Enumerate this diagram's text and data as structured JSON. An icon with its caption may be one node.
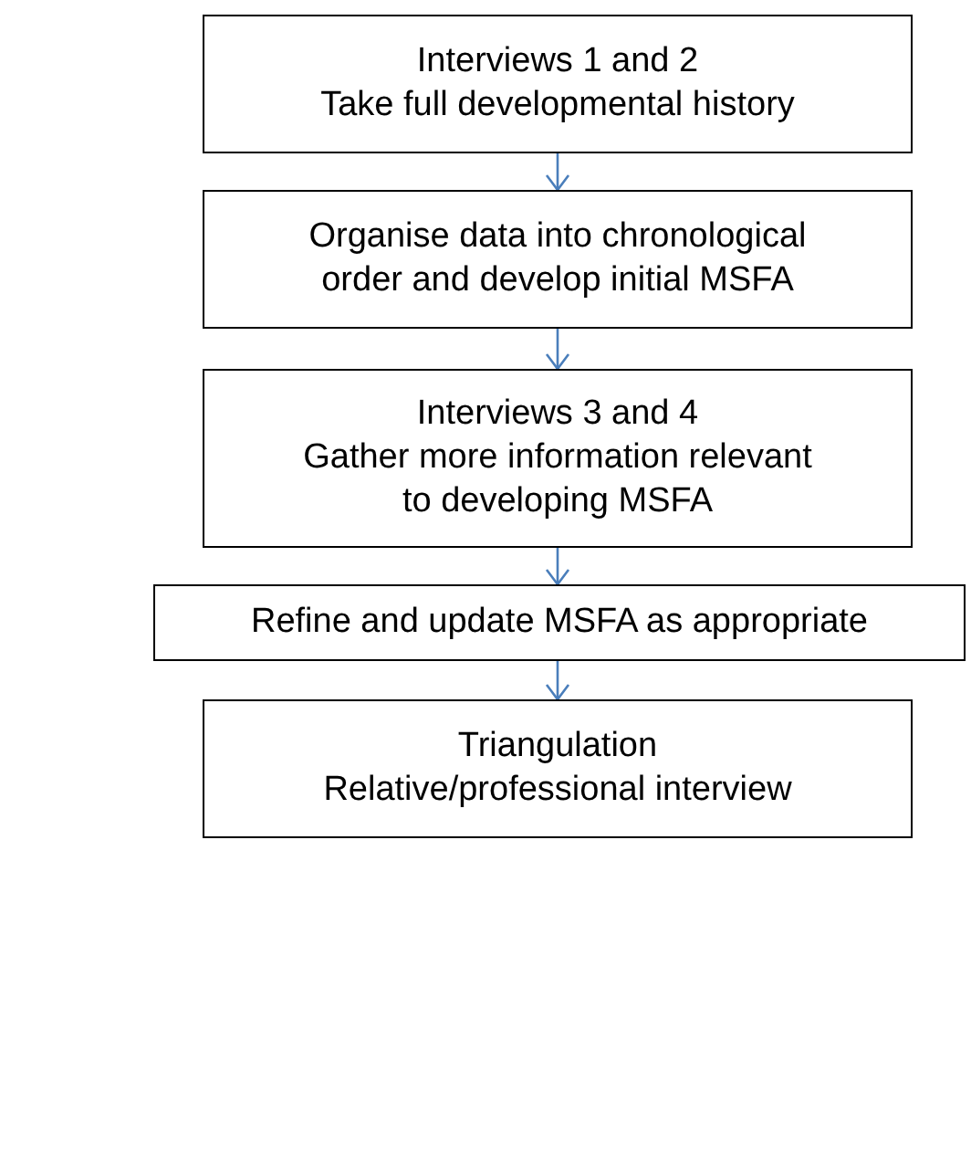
{
  "diagram": {
    "nodes": [
      {
        "text": [
          "Interviews 1 and 2",
          "Take full developmental history"
        ]
      },
      {
        "text": [
          "Organise data into chronological order and develop initial MSFA"
        ]
      },
      {
        "text": [
          "Interviews 3 and 4",
          "Gather more information relevant to developing MSFA"
        ]
      },
      {
        "text": [
          "Refine and update MSFA as appropriate"
        ]
      },
      {
        "text": [
          "Triangulation",
          "Relative/professional interview"
        ]
      }
    ],
    "edges": [
      {
        "from": 0,
        "to": 1,
        "arrow": "to"
      },
      {
        "from": 1,
        "to": 2,
        "arrow": "to"
      },
      {
        "from": 2,
        "to": 3,
        "arrow": "to"
      },
      {
        "from": 3,
        "to": 4,
        "arrow": "to"
      }
    ]
  }
}
